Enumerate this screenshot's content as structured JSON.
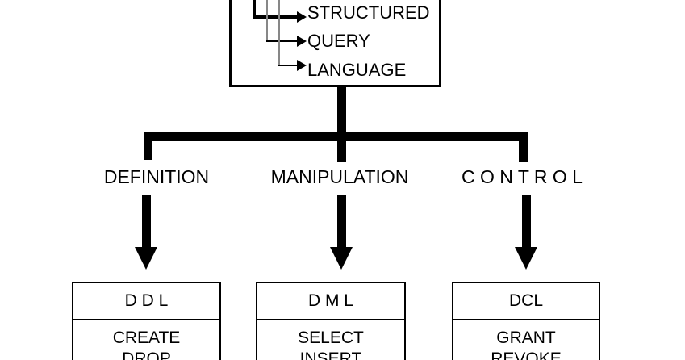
{
  "title_box": {
    "words": [
      "STRUCTURED",
      "QUERY",
      "LANGUAGE"
    ]
  },
  "branches": [
    {
      "label": "DEFINITION",
      "acronym": "D D L",
      "items": [
        "CREATE",
        "DROP"
      ]
    },
    {
      "label": "MANIPULATION",
      "acronym": "D M L",
      "items": [
        "SELECT",
        "INSERT"
      ]
    },
    {
      "label": "C O N T R O L",
      "acronym": "DCL",
      "items": [
        "GRANT",
        "REVOKE"
      ]
    }
  ],
  "colors": {
    "line": "#000000",
    "thin_connector": "#878787",
    "background": "#ffffff",
    "text": "#000000"
  }
}
